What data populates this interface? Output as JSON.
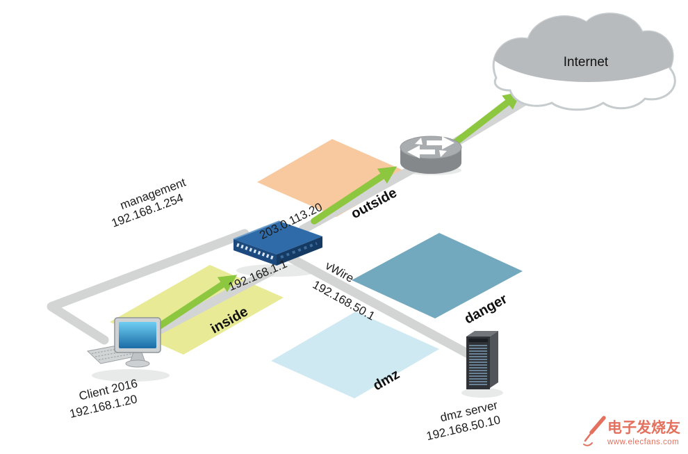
{
  "zones": {
    "inside": {
      "label": "inside",
      "color": "#e8ea96"
    },
    "outside": {
      "label": "outside",
      "color": "#f8c89e"
    },
    "danger": {
      "label": "danger",
      "color": "#73a9bf"
    },
    "dmz": {
      "label": "dmz",
      "color": "#cfe9f2"
    }
  },
  "devices": {
    "internet": {
      "label": "Internet"
    },
    "firewall": {
      "outside_ip": "203.0.113.20",
      "inside_ip": "192.168.1.1"
    },
    "client": {
      "name": "Client 2016",
      "ip": "192.168.1.20"
    },
    "dmz_server": {
      "name": "dmz server",
      "ip": "192.168.50.10"
    }
  },
  "links": {
    "management": {
      "label": "management",
      "ip": "192.168.1.254"
    },
    "vwire": {
      "label": "vWire",
      "ip": "192.168.50.1"
    }
  },
  "colors": {
    "link_gray": "#d3d4d4",
    "arrow_green": "#8dc63f",
    "watermark_red": "#e4705e"
  },
  "watermark": {
    "brand": "电子发烧友",
    "site": "www.elecfans.com"
  }
}
